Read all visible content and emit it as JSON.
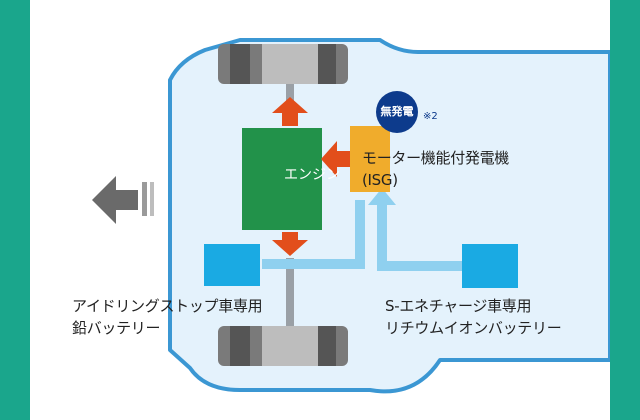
{
  "engine": {
    "label": "エンジン"
  },
  "isg": {
    "label_line1": "モーター機能付発電機",
    "label_line2": "(ISG)",
    "badge": "無発電",
    "note": "※2"
  },
  "lead_battery": {
    "label_line1": "アイドリングストップ車専用",
    "label_line2": "鉛バッテリー"
  },
  "li_battery": {
    "label_line1": "S-エネチャージ車専用",
    "label_line2": "リチウムイオンバッテリー"
  },
  "colors": {
    "outer_background": "#1aa68c",
    "car_body_fill": "#e4f2fc",
    "car_outline": "#3b97d3",
    "engine": "#22924a",
    "isg": "#f0ac2c",
    "battery": "#1aaae3",
    "power_line": "#8fd0ef",
    "flow_arrow": "#e24e1b",
    "badge": "#0d3b8c",
    "direction_arrow": "#6a6a6a"
  }
}
